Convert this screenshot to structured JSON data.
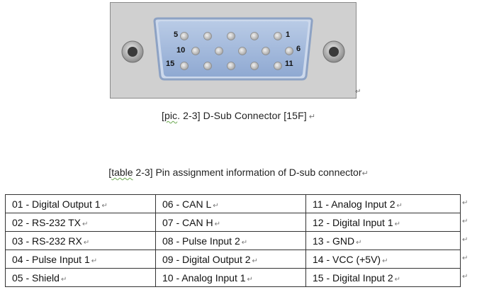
{
  "figure": {
    "pin_labels": {
      "p5": "5",
      "p1": "1",
      "p10": "10",
      "p6": "6",
      "p15": "15",
      "p11": "11"
    }
  },
  "captions": {
    "pic_squiggle": "pic",
    "pic_rest": ". 2-3] D-Sub Connector [15F]",
    "pic_open": "[",
    "table_open": "[",
    "table_squiggle": "table",
    "table_rest": " 2-3] Pin assignment information of D-sub connector"
  },
  "marks": {
    "return": "↵"
  },
  "pin_table": {
    "rows": [
      [
        "01 - Digital Output 1",
        "06 - CAN L",
        "11 - Analog Input 2"
      ],
      [
        "02 - RS-232 TX",
        "07 - CAN H",
        "12 - Digital Input 1"
      ],
      [
        "03 - RS-232 RX",
        "08 - Pulse Input 2",
        "13 - GND"
      ],
      [
        "04 - Pulse Input 1",
        "09 - Digital Output 2",
        "14 - VCC (+5V)"
      ],
      [
        "05 - Shield",
        "10 - Analog Input 1",
        "15 - Digital Input 2"
      ]
    ]
  }
}
